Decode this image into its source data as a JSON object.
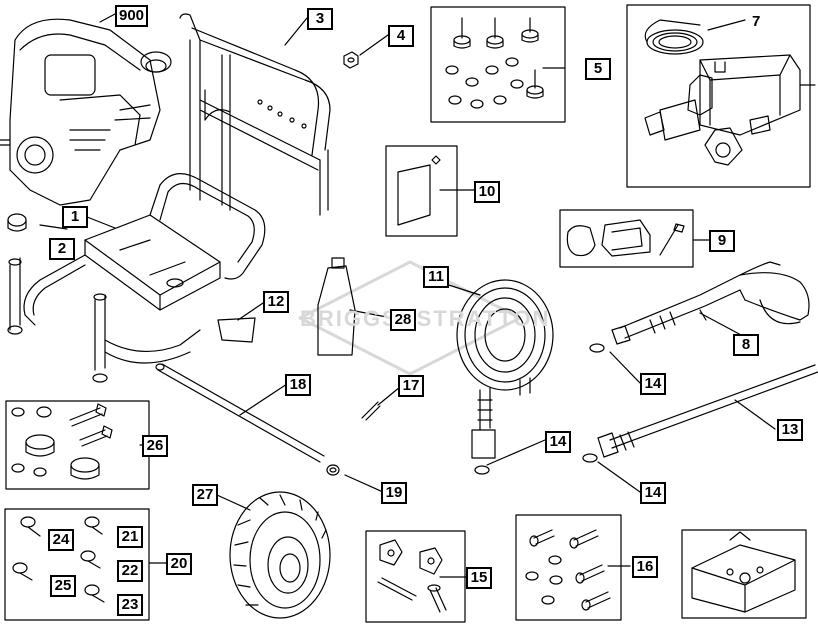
{
  "watermark": "BRIGGS&STRATTON",
  "colors": {
    "line": "#000000",
    "watermark": "#d8d8d8"
  },
  "labels": {
    "l900": "900",
    "l1": "1",
    "l2": "2",
    "l3": "3",
    "l4": "4",
    "l5": "5",
    "l7": "7",
    "l8": "8",
    "l9": "9",
    "l10": "10",
    "l11": "11",
    "l12": "12",
    "l13": "13",
    "l14a": "14",
    "l14b": "14",
    "l14c": "14",
    "l15": "15",
    "l16": "16",
    "l17": "17",
    "l18": "18",
    "l19": "19",
    "l20": "20",
    "l21": "21",
    "l22": "22",
    "l23": "23",
    "l24": "24",
    "l25": "25",
    "l26": "26",
    "l27": "27",
    "l28": "28"
  }
}
